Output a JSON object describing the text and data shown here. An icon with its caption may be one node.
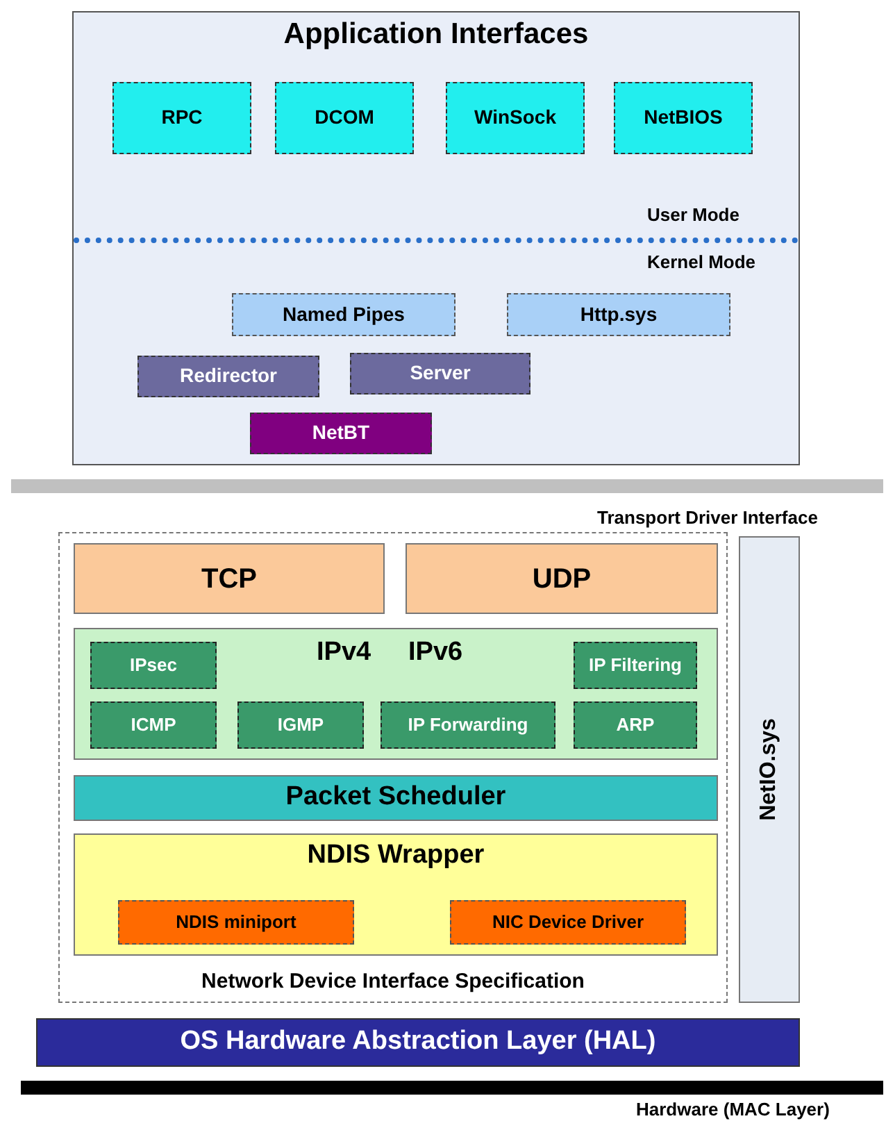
{
  "diagram": {
    "nodes": [
      {
        "text": [
          "Application Interfaces"
        ]
      },
      {
        "text": [
          "RPC"
        ],
        "in": 0
      },
      {
        "text": [
          "DCOM"
        ],
        "in": 0
      },
      {
        "text": [
          "WinSock"
        ],
        "in": 0
      },
      {
        "text": [
          "NetBIOS"
        ],
        "in": 0
      },
      {
        "text": [
          "Named Pipes"
        ],
        "in": 0
      },
      {
        "text": [
          "Http.sys"
        ],
        "in": 0
      },
      {
        "text": [
          "Redirector"
        ],
        "in": 0
      },
      {
        "text": [
          "Server"
        ],
        "in": 0
      },
      {
        "text": [
          "NetBT"
        ],
        "in": 0
      },
      {
        "text": [
          "Network Device Interface Specification"
        ]
      },
      {
        "text": [
          "TCP"
        ],
        "in": 10
      },
      {
        "text": [
          "UDP"
        ],
        "in": 10
      },
      {
        "text": [
          "IPv4",
          "IPv6"
        ],
        "in": 10
      },
      {
        "text": [
          "IPsec"
        ],
        "in": 13
      },
      {
        "text": [
          "IP Filtering"
        ],
        "in": 13
      },
      {
        "text": [
          "ICMP"
        ],
        "in": 13
      },
      {
        "text": [
          "IGMP"
        ],
        "in": 13
      },
      {
        "text": [
          "IP Forwarding"
        ],
        "in": 13
      },
      {
        "text": [
          "ARP"
        ],
        "in": 13
      },
      {
        "text": [
          "Packet Scheduler"
        ],
        "in": 10
      },
      {
        "text": [
          "NDIS Wrapper"
        ],
        "in": 10
      },
      {
        "text": [
          "NDIS miniport"
        ],
        "in": 21
      },
      {
        "text": [
          "NIC Device Driver"
        ],
        "in": 21
      },
      {
        "text": [
          "NetIO.sys"
        ]
      },
      {
        "text": [
          "OS Hardware Abstraction Layer (HAL)"
        ]
      }
    ],
    "labels": [
      "User Mode",
      "Kernel Mode",
      "Transport Driver Interface",
      "Hardware (MAC Layer)"
    ]
  }
}
